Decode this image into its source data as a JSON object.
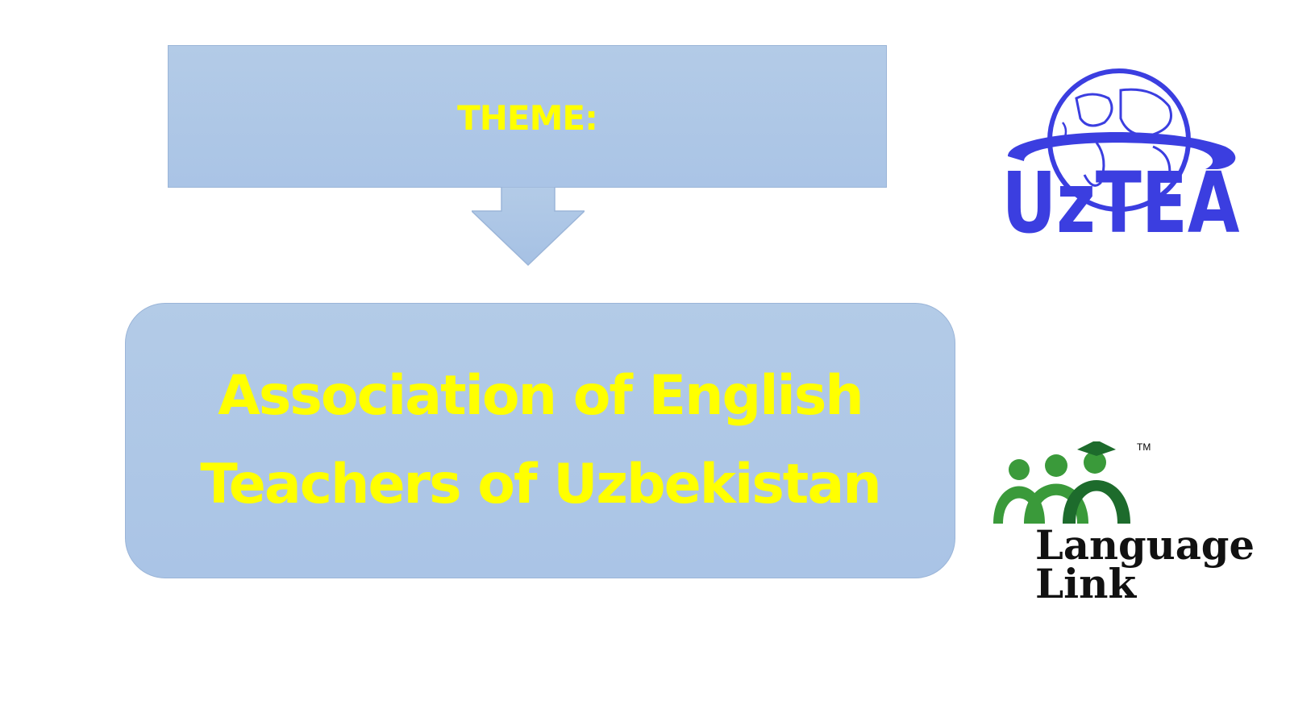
{
  "diagram": {
    "theme_label": "THEME:",
    "main_lines": [
      "Association of English",
      "Teachers of Uzbekistan"
    ]
  },
  "logos": {
    "uztea": {
      "text": "UzTEA",
      "icon": "globe-with-ring-icon",
      "color": "#3b3ee0"
    },
    "language_link": {
      "line1": "Language",
      "line2": "Link",
      "trademark": "TM",
      "icon": "three-people-graduate-icon",
      "green": "#3a9a3a",
      "dark_green": "#1d6b2c"
    }
  },
  "colors": {
    "box_fill": "#aec7e6",
    "box_border": "#9bb5d8",
    "text_yellow": "#ffff00"
  }
}
